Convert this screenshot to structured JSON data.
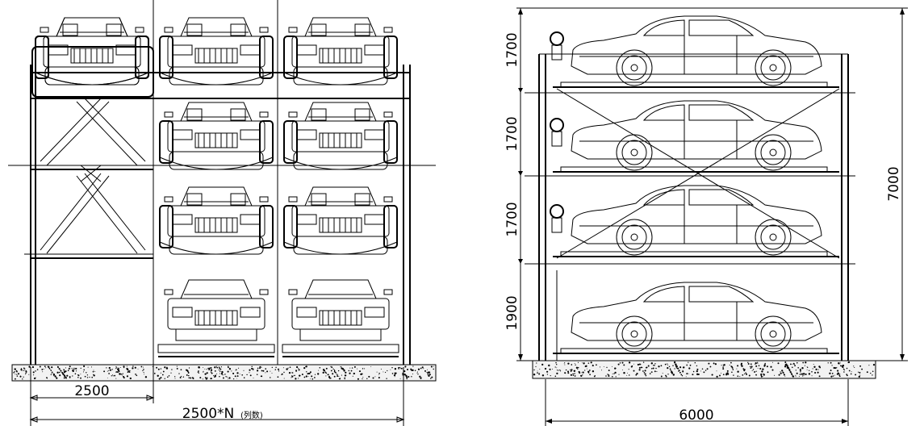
{
  "front_view": {
    "bay_width_label": "2500",
    "total_width_label": "2500*N",
    "total_width_note": "(列数)"
  },
  "side_view": {
    "level_heights": [
      "1700",
      "1700",
      "1700",
      "1900"
    ],
    "total_height_label": "7000",
    "depth_label": "6000"
  }
}
